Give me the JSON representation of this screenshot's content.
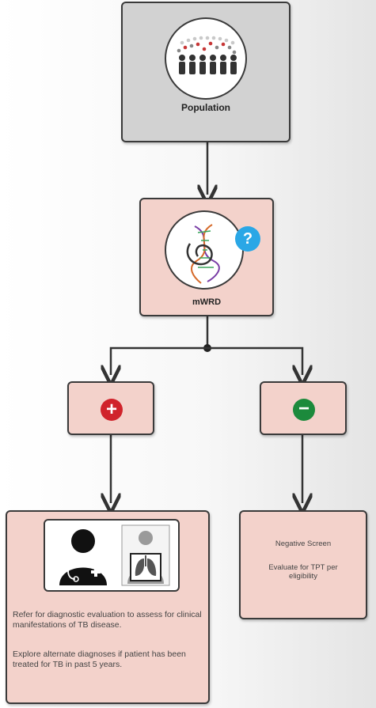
{
  "population": {
    "label": "Population",
    "icon": "crowd-icon"
  },
  "test": {
    "label": "mWRD",
    "icon": "dna-icon",
    "badge_symbol": "?"
  },
  "positive": {
    "symbol": "+",
    "icon": "plus-circle-icon",
    "color": "#d0232b"
  },
  "negative": {
    "symbol": "−",
    "icon": "minus-circle-icon",
    "color": "#1c8a3c"
  },
  "positive_outcome": {
    "icons": [
      "doctor-icon",
      "lung-xray-icon"
    ],
    "text1": "Refer for diagnostic evaluation to assess for clinical manifestations of TB disease.",
    "text2": "Explore alternate diagnoses if patient has been treated for TB in past 5 years."
  },
  "negative_outcome": {
    "title": "Negative Screen",
    "text": "Evaluate for TPT per eligibility"
  },
  "colors": {
    "badge": "#2aa7e6",
    "gray_box": "#d2d2d2",
    "pink_box": "#f3d2cb",
    "line": "#333333"
  }
}
